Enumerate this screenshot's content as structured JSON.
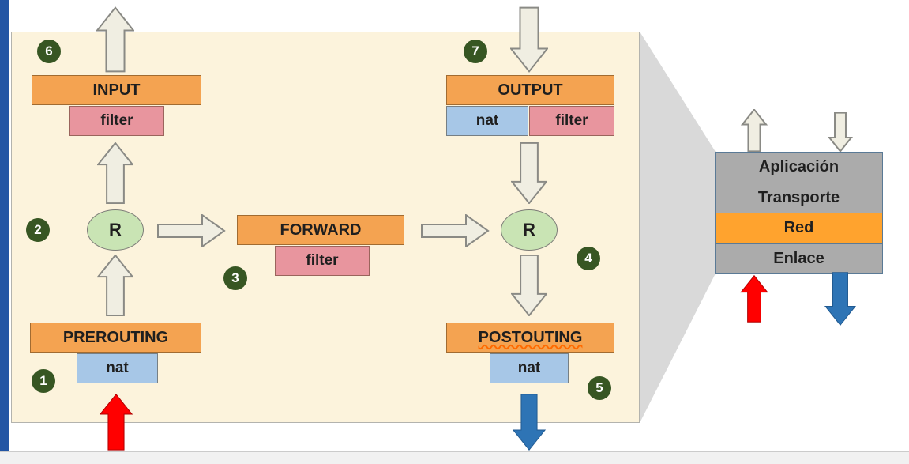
{
  "flow": {
    "badges": [
      "1",
      "2",
      "3",
      "4",
      "5",
      "6",
      "7"
    ],
    "chains": {
      "prerouting": {
        "name": "PREROUTING",
        "table": "nat"
      },
      "input": {
        "name": "INPUT",
        "table": "filter"
      },
      "forward": {
        "name": "FORWARD",
        "table": "filter"
      },
      "output": {
        "name": "OUTPUT",
        "table_nat": "nat",
        "table_filter": "filter"
      },
      "postrouting": {
        "name": "POSTOUTING",
        "table": "nat"
      }
    },
    "routing_decision": "R"
  },
  "stack": {
    "layers": [
      "Aplicación",
      "Transporte",
      "Red",
      "Enlace"
    ],
    "highlighted_layer": "Red"
  },
  "colors": {
    "panel_background": "#fcf3dc",
    "chain_box": "#f4a351",
    "filter_table": "#e8959e",
    "nat_table": "#a7c7e7",
    "badge": "#375623",
    "routing_node": "#c9e4b4",
    "incoming_arrow": "#ff0000",
    "outgoing_arrow": "#2e74b5",
    "stack_layer": "#ababab",
    "network_layer": "#ffa32e",
    "callout_wedge": "#d9d9d9",
    "slide_accent": "#2255a4"
  }
}
